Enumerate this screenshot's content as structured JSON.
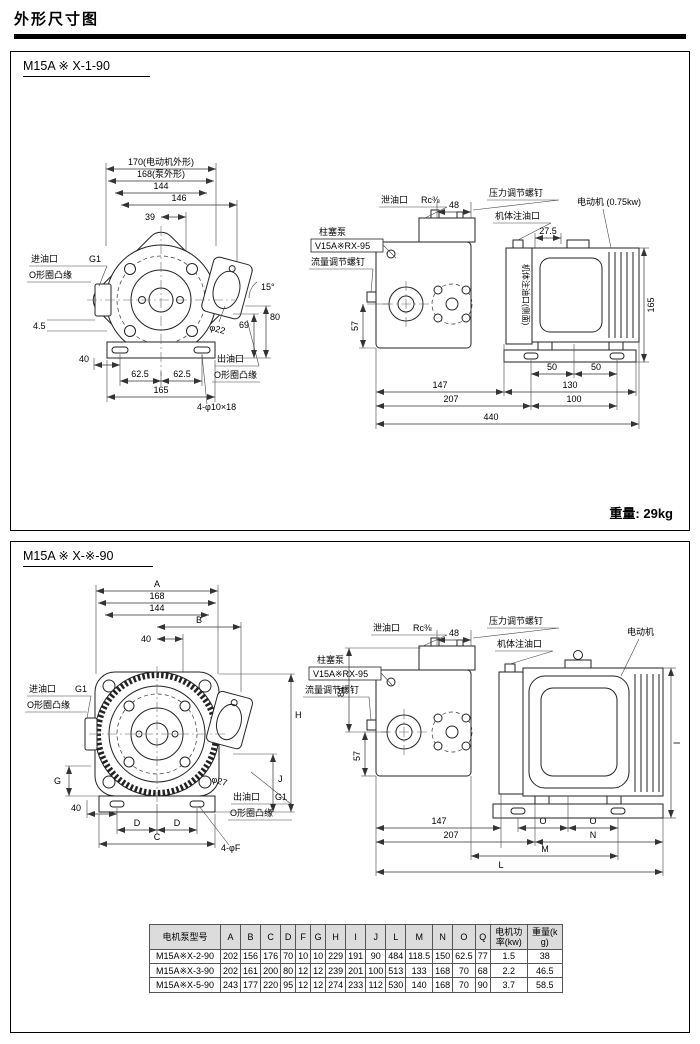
{
  "page": {
    "title": "外形尺寸图"
  },
  "p1": {
    "model": "M15A ※ X-1-90",
    "weight": "重量: 29kg",
    "front": {
      "d170": "170(电动机外形)",
      "d168": "168(泵外形)",
      "d144": "144",
      "d146": "146",
      "d39": "39",
      "inlet": "进油口",
      "inlet_g1": "G1",
      "oring1": "O形圈凸缘",
      "d45": "4.5",
      "d40": "40",
      "d625a": "62.5",
      "d625b": "62.5",
      "d165": "165",
      "holes": "4-φ10×18",
      "outlet": "出油口",
      "oring2": "O形圈凸缘",
      "dphi": "φ22",
      "d69": "69",
      "d80": "80",
      "dang": "15°"
    },
    "side": {
      "drain": "泄油口",
      "rc": "Rc⅜",
      "d48": "48",
      "pscrew": "压力调节螺钉",
      "fill": "机体注油口",
      "motor": "电动机 (0.75kw)",
      "d275": "27.5",
      "pump": "柱塞泵",
      "pmodel": "V15A※RX-95",
      "fscrew": "流量调节螺钉",
      "d57": "57",
      "sidefill": "机体注油口(侧面)",
      "d165": "165",
      "d50a": "50",
      "d50b": "50",
      "d130": "130",
      "d100": "100",
      "d147": "147",
      "d207": "207",
      "d440": "440"
    }
  },
  "p2": {
    "model": "M15A ※ X-※-90",
    "front": {
      "dA": "A",
      "d168": "168",
      "d144": "144",
      "dB": "B",
      "d40t": "40",
      "inlet": "进油口",
      "inlet_g1": "G1",
      "oring1": "O形圈凸缘",
      "dG": "G",
      "d40b": "40",
      "dDa": "D",
      "dDb": "D",
      "dC": "C",
      "holes": "4-φF",
      "outlet": "出油口",
      "outlet_g1": "G1",
      "oring2": "O形圈凸缘",
      "dphi": "φ27",
      "dH": "H",
      "dJ": "J"
    },
    "side": {
      "drain": "泄油口",
      "rc": "Rc⅜",
      "d48": "48",
      "pscrew": "压力调节螺钉",
      "fill": "机体注油口",
      "motor": "电动机",
      "pump": "柱塞泵",
      "pmodel": "V15A※RX-95",
      "fscrew": "流量调节螺钉",
      "d84": "84",
      "d57": "57",
      "dI": "I",
      "d147": "147",
      "d207": "207",
      "dOa": "O",
      "dOb": "O",
      "dN": "N",
      "dM": "M",
      "dL": "L"
    },
    "table": {
      "headers": [
        "电机泵型号",
        "A",
        "B",
        "C",
        "D",
        "F",
        "G",
        "H",
        "I",
        "J",
        "L",
        "M",
        "N",
        "O",
        "Q",
        "电机功率(kw)",
        "重量(kg)"
      ],
      "rows": [
        [
          "M15A※X-2-90",
          "202",
          "156",
          "176",
          "70",
          "10",
          "10",
          "229",
          "191",
          "90",
          "484",
          "118.5",
          "150",
          "62.5",
          "77",
          "1.5",
          "38"
        ],
        [
          "M15A※X-3-90",
          "202",
          "161",
          "200",
          "80",
          "12",
          "12",
          "239",
          "201",
          "100",
          "513",
          "133",
          "168",
          "70",
          "68",
          "2.2",
          "46.5"
        ],
        [
          "M15A※X-5-90",
          "243",
          "177",
          "220",
          "95",
          "12",
          "12",
          "274",
          "233",
          "112",
          "530",
          "140",
          "168",
          "70",
          "90",
          "3.7",
          "58.5"
        ]
      ]
    }
  }
}
